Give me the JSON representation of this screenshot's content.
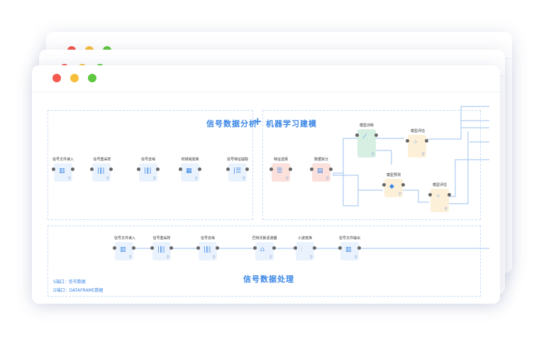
{
  "window": {
    "traffic_lights": [
      "#f55a4e",
      "#f6be3b",
      "#5fc840"
    ]
  },
  "zones": {
    "analysis_title": "信号数据分析",
    "ml_title": "机器学习建模",
    "plus": "+",
    "processing_title": "信号数据处理"
  },
  "analysis_nodes": [
    {
      "label": "信号文件读入"
    },
    {
      "label": "信号重采样"
    },
    {
      "label": "信号去噪"
    },
    {
      "label": "时频域变换"
    },
    {
      "label": "信号特征提取"
    }
  ],
  "ml_nodes": [
    {
      "label": "特征选择"
    },
    {
      "label": "数据拆分"
    },
    {
      "label": "模型训练"
    },
    {
      "label": "模型评估"
    },
    {
      "label": "模型预测"
    },
    {
      "label": "模型评估"
    }
  ],
  "processing_nodes": [
    {
      "label": "信号文件读入"
    },
    {
      "label": "信号重采样"
    },
    {
      "label": "信号去噪"
    },
    {
      "label": "巴特沃斯滤波器"
    },
    {
      "label": "小波变换"
    },
    {
      "label": "信号文件输出"
    }
  ],
  "legend": {
    "s_port": "S端口：信号数据",
    "d_port": "D端口：DATAFRAME数据"
  },
  "colors": {
    "accent": "#3a86e6",
    "node_blue": "#eaf3fd",
    "node_red": "#fbe0dc",
    "node_green": "#d7efe3",
    "node_yellow": "#fdf0d8"
  }
}
